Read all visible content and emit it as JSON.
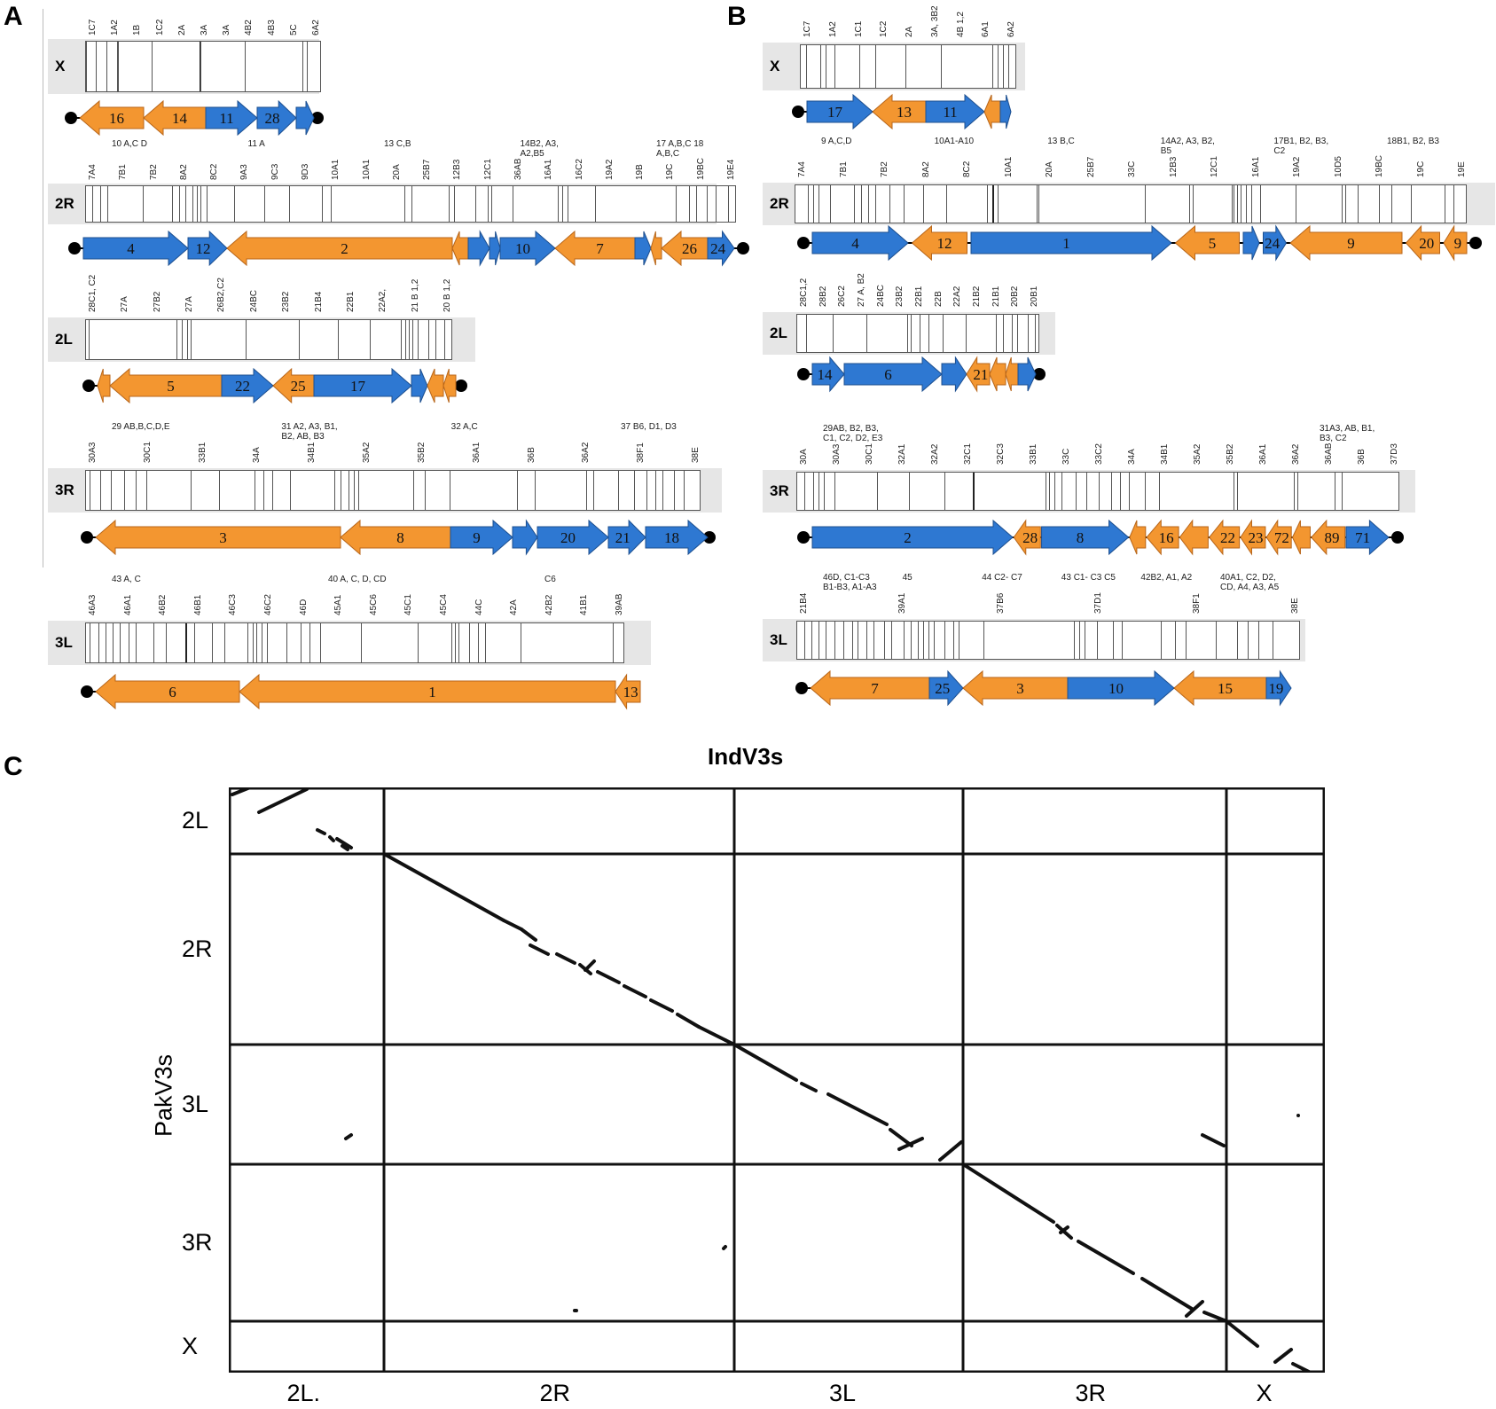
{
  "panels": {
    "a": "A",
    "b": "B",
    "c": "C"
  },
  "colors": {
    "orange": "#f39630",
    "blue": "#2e78d2",
    "gray": "#e6e6e6"
  },
  "panelA": {
    "X": {
      "name": "X",
      "bands": [
        "1C7",
        "1A2",
        "1B",
        "1C2",
        "2A",
        "3A",
        "3A",
        "4B2",
        "4B3",
        "5C",
        "6A2"
      ],
      "segments": [
        {
          "label": "16",
          "color": "orange",
          "dir": "left"
        },
        {
          "label": "14",
          "color": "orange",
          "dir": "left"
        },
        {
          "label": "11",
          "color": "blue",
          "dir": "right"
        },
        {
          "label": "28",
          "color": "blue",
          "dir": "right"
        },
        {
          "label": "",
          "color": "blue",
          "dir": "right"
        }
      ]
    },
    "R2": {
      "name": "2R",
      "bands": [
        "7A4",
        "7B1",
        "7B2",
        "8A2",
        "8C2",
        "9A3",
        "9C3",
        "9D3",
        "10A1",
        "10A1",
        "20A",
        "25B7",
        "12B3",
        "12C1",
        "36AB",
        "16A1",
        "16C2",
        "19A2",
        "19B",
        "19C",
        "19BC",
        "19E4"
      ],
      "hlabels": [
        "10 A,C D",
        "11 A",
        "13 C,B",
        "14B2, A3, A2,B5",
        "17 A,B,C 18 A,B,C"
      ],
      "segments": [
        {
          "label": "4",
          "color": "blue",
          "dir": "right"
        },
        {
          "label": "12",
          "color": "blue",
          "dir": "right"
        },
        {
          "label": "2",
          "color": "orange",
          "dir": "left"
        },
        {
          "label": "",
          "color": "orange",
          "dir": "left"
        },
        {
          "label": "",
          "color": "blue",
          "dir": "right"
        },
        {
          "label": "",
          "color": "blue",
          "dir": "right"
        },
        {
          "label": "10",
          "color": "blue",
          "dir": "right"
        },
        {
          "label": "7",
          "color": "orange",
          "dir": "left"
        },
        {
          "label": "",
          "color": "blue",
          "dir": "right"
        },
        {
          "label": "",
          "color": "orange",
          "dir": "left"
        },
        {
          "label": "26",
          "color": "orange",
          "dir": "left"
        },
        {
          "label": "24",
          "color": "blue",
          "dir": "right"
        }
      ]
    },
    "L2": {
      "name": "2L",
      "bands": [
        "28C1, C2",
        "27A",
        "27B2",
        "27A",
        "26B2,C2",
        "24BC",
        "23B2",
        "21B4",
        "22B1",
        "22A2,",
        "21 B 1,2",
        "20 B 1,2"
      ],
      "segments": [
        {
          "label": "",
          "color": "orange",
          "dir": "left"
        },
        {
          "label": "5",
          "color": "orange",
          "dir": "left"
        },
        {
          "label": "22",
          "color": "blue",
          "dir": "right"
        },
        {
          "label": "25",
          "color": "orange",
          "dir": "left"
        },
        {
          "label": "17",
          "color": "blue",
          "dir": "right"
        },
        {
          "label": "",
          "color": "blue",
          "dir": "right"
        },
        {
          "label": "",
          "color": "orange",
          "dir": "left"
        },
        {
          "label": "",
          "color": "orange",
          "dir": "left"
        }
      ]
    },
    "R3": {
      "name": "3R",
      "bands": [
        "30A3",
        "30C1",
        "33B1",
        "34A",
        "34B1",
        "35A2",
        "35B2",
        "36A1",
        "36B",
        "36A2",
        "38F1",
        "38E"
      ],
      "hlabels": [
        "29 AB,B,C,D,E",
        "31 A2, A3, B1, B2, AB, B3",
        "32 A,C",
        "37 B6, D1, D3"
      ],
      "segments": [
        {
          "label": "3",
          "color": "orange",
          "dir": "left"
        },
        {
          "label": "8",
          "color": "orange",
          "dir": "left"
        },
        {
          "label": "9",
          "color": "blue",
          "dir": "right"
        },
        {
          "label": "",
          "color": "blue",
          "dir": "right"
        },
        {
          "label": "20",
          "color": "blue",
          "dir": "right"
        },
        {
          "label": "21",
          "color": "blue",
          "dir": "right"
        },
        {
          "label": "18",
          "color": "blue",
          "dir": "right"
        }
      ]
    },
    "L3": {
      "name": "3L",
      "bands": [
        "46A3",
        "46A1",
        "46B2",
        "46B1",
        "46C3",
        "46C2",
        "46D",
        "45A1",
        "45C6",
        "45C1",
        "45C4",
        "44C",
        "42A",
        "42B2",
        "41B1",
        "39AB"
      ],
      "hlabels": [
        "43 A, C",
        "40 A, C, D, CD",
        "C6"
      ],
      "segments": [
        {
          "label": "6",
          "color": "orange",
          "dir": "left"
        },
        {
          "label": "1",
          "color": "orange",
          "dir": "left"
        },
        {
          "label": "13",
          "color": "orange",
          "dir": "left"
        }
      ]
    }
  },
  "panelB": {
    "X": {
      "name": "X",
      "bands": [
        "1C7",
        "1A2",
        "1C1",
        "1C2",
        "2A",
        "3A, 3B2",
        "4B 1,2",
        "6A1",
        "6A2"
      ],
      "segments": [
        {
          "label": "17",
          "color": "blue",
          "dir": "right"
        },
        {
          "label": "13",
          "color": "orange",
          "dir": "left"
        },
        {
          "label": "11",
          "color": "blue",
          "dir": "right"
        },
        {
          "label": "",
          "color": "orange",
          "dir": "left"
        },
        {
          "label": "",
          "color": "blue",
          "dir": "right"
        }
      ]
    },
    "R2": {
      "name": "2R",
      "bands": [
        "7A4",
        "7B1",
        "7B2",
        "8A2",
        "8C2",
        "10A1",
        "20A",
        "25B7",
        "33C",
        "12B3",
        "12C1",
        "16A1",
        "19A2",
        "10D5",
        "19BC",
        "19C",
        "19E"
      ],
      "hlabels": [
        "9 A,C,D",
        "10A1-A10",
        "13 B,C",
        "14A2, A3, B2, B5",
        "17B1, B2, B3, C2",
        "18B1, B2, B3"
      ],
      "segments": [
        {
          "label": "4",
          "color": "blue",
          "dir": "right"
        },
        {
          "label": "12",
          "color": "orange",
          "dir": "left"
        },
        {
          "label": "1",
          "color": "blue",
          "dir": "right"
        },
        {
          "label": "5",
          "color": "orange",
          "dir": "left"
        },
        {
          "label": "",
          "color": "blue",
          "dir": "right"
        },
        {
          "label": "24",
          "color": "blue",
          "dir": "right"
        },
        {
          "label": "9",
          "color": "orange",
          "dir": "left"
        },
        {
          "label": "20",
          "color": "orange",
          "dir": "left"
        },
        {
          "label": "9",
          "color": "orange",
          "dir": "left"
        }
      ]
    },
    "L2": {
      "name": "2L",
      "bands": [
        "28C1,2",
        "28B2",
        "26C2",
        "27 A, B2",
        "24BC",
        "23B2",
        "22B1",
        "22B",
        "22A2",
        "21B2",
        "21B1",
        "20B2",
        "20B1"
      ],
      "segments": [
        {
          "label": "14",
          "color": "blue",
          "dir": "right"
        },
        {
          "label": "6",
          "color": "blue",
          "dir": "right"
        },
        {
          "label": "",
          "color": "blue",
          "dir": "right"
        },
        {
          "label": "21",
          "color": "orange",
          "dir": "left"
        },
        {
          "label": "",
          "color": "orange",
          "dir": "left"
        },
        {
          "label": "",
          "color": "orange",
          "dir": "left"
        },
        {
          "label": "",
          "color": "blue",
          "dir": "right"
        }
      ]
    },
    "R3": {
      "name": "3R",
      "bands": [
        "30A",
        "30A3",
        "30C1",
        "32A1",
        "32A2",
        "32C1",
        "32C3",
        "33B1",
        "33C",
        "33C2",
        "34A",
        "34B1",
        "35A2",
        "35B2",
        "36A1",
        "36A2",
        "36AB",
        "36B",
        "37D3"
      ],
      "hlabels": [
        "29AB, B2, B3, C1, C2, D2, E3",
        "31A3, AB, B1, B3, C2"
      ],
      "segments": [
        {
          "label": "2",
          "color": "blue",
          "dir": "right"
        },
        {
          "label": "28",
          "color": "orange",
          "dir": "left"
        },
        {
          "label": "8",
          "color": "blue",
          "dir": "right"
        },
        {
          "label": "",
          "color": "orange",
          "dir": "left"
        },
        {
          "label": "16",
          "color": "orange",
          "dir": "left"
        },
        {
          "label": "",
          "color": "orange",
          "dir": "left"
        },
        {
          "label": "22",
          "color": "orange",
          "dir": "left"
        },
        {
          "label": "23",
          "color": "orange",
          "dir": "left"
        },
        {
          "label": "72",
          "color": "orange",
          "dir": "left"
        },
        {
          "label": "",
          "color": "orange",
          "dir": "left"
        },
        {
          "label": "89",
          "color": "orange",
          "dir": "left"
        },
        {
          "label": "71",
          "color": "blue",
          "dir": "right"
        }
      ]
    },
    "L3": {
      "name": "3L",
      "bands": [
        "21B4",
        "39A1",
        "37B6",
        "37D1",
        "38F1",
        "38E"
      ],
      "hlabels": [
        "46D, C1-C3 B1-B3, A1-A3",
        "45",
        "44 C2- C7",
        "43 C1- C3 C5",
        "42B2, A1, A2",
        "40A1, C2, D2, CD, A4, A3, A5"
      ],
      "segments": [
        {
          "label": "7",
          "color": "orange",
          "dir": "left"
        },
        {
          "label": "25",
          "color": "blue",
          "dir": "right"
        },
        {
          "label": "3",
          "color": "orange",
          "dir": "left"
        },
        {
          "label": "10",
          "color": "blue",
          "dir": "right"
        },
        {
          "label": "15",
          "color": "orange",
          "dir": "left"
        },
        {
          "label": "19",
          "color": "blue",
          "dir": "right"
        }
      ]
    }
  },
  "dotplot": {
    "title": "IndV3s",
    "ylabel": "PakV3s",
    "x_labels": [
      "2L.",
      "2R",
      "3L",
      "3R",
      "X"
    ],
    "y_labels": [
      "2L",
      "2R",
      "3L",
      "3R",
      "X"
    ]
  }
}
